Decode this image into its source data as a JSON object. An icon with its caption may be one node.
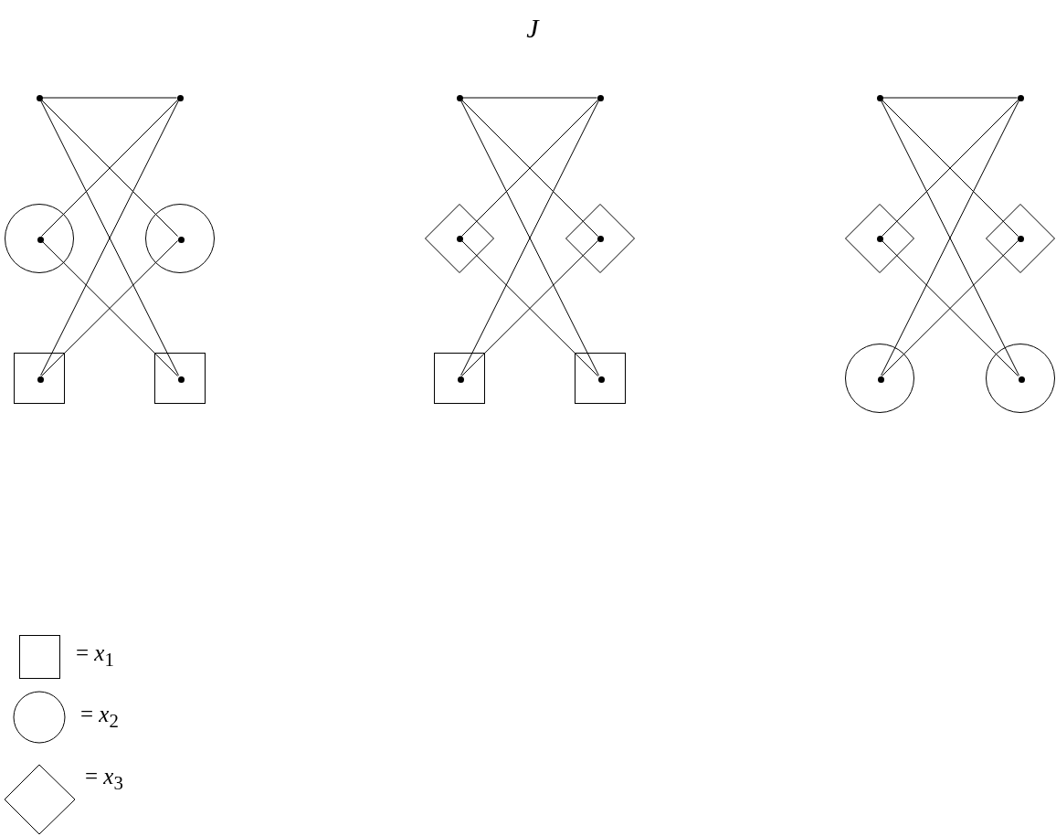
{
  "diagram": {
    "title": "J",
    "nodes": [
      {
        "text": [],
        "shape": "dot"
      },
      {
        "text": [],
        "shape": "dot"
      },
      {
        "text": [],
        "shape": "circle"
      },
      {
        "text": [],
        "shape": "dot",
        "in": 2
      },
      {
        "text": [],
        "shape": "circle"
      },
      {
        "text": [],
        "shape": "dot",
        "in": 4
      },
      {
        "text": [],
        "shape": "box"
      },
      {
        "text": [],
        "shape": "dot",
        "in": 6
      },
      {
        "text": [],
        "shape": "box"
      },
      {
        "text": [],
        "shape": "dot",
        "in": 8
      },
      {
        "text": [],
        "shape": "dot"
      },
      {
        "text": [],
        "shape": "dot"
      },
      {
        "text": [],
        "shape": "diamond"
      },
      {
        "text": [],
        "shape": "dot",
        "in": 12
      },
      {
        "text": [],
        "shape": "diamond"
      },
      {
        "text": [],
        "shape": "dot",
        "in": 14
      },
      {
        "text": [],
        "shape": "box"
      },
      {
        "text": [],
        "shape": "dot",
        "in": 16
      },
      {
        "text": [],
        "shape": "box"
      },
      {
        "text": [],
        "shape": "dot",
        "in": 18
      },
      {
        "text": [],
        "shape": "dot"
      },
      {
        "text": [],
        "shape": "dot"
      },
      {
        "text": [],
        "shape": "diamond"
      },
      {
        "text": [],
        "shape": "dot",
        "in": 22
      },
      {
        "text": [],
        "shape": "diamond"
      },
      {
        "text": [],
        "shape": "dot",
        "in": 24
      },
      {
        "text": [],
        "shape": "circle"
      },
      {
        "text": [],
        "shape": "dot",
        "in": 26
      },
      {
        "text": [],
        "shape": "circle"
      },
      {
        "text": [],
        "shape": "dot",
        "in": 28
      }
    ],
    "edges": [
      {
        "from": 0,
        "to": 1,
        "arrow": "none"
      },
      {
        "from": 0,
        "to": 5,
        "arrow": "none"
      },
      {
        "from": 0,
        "to": 9,
        "arrow": "none"
      },
      {
        "from": 1,
        "to": 3,
        "arrow": "none"
      },
      {
        "from": 1,
        "to": 7,
        "arrow": "none"
      },
      {
        "from": 3,
        "to": 9,
        "arrow": "none"
      },
      {
        "from": 5,
        "to": 7,
        "arrow": "none"
      },
      {
        "from": 10,
        "to": 11,
        "arrow": "none"
      },
      {
        "from": 10,
        "to": 15,
        "arrow": "none"
      },
      {
        "from": 10,
        "to": 19,
        "arrow": "none"
      },
      {
        "from": 11,
        "to": 13,
        "arrow": "none"
      },
      {
        "from": 11,
        "to": 17,
        "arrow": "none"
      },
      {
        "from": 13,
        "to": 19,
        "arrow": "none"
      },
      {
        "from": 15,
        "to": 17,
        "arrow": "none"
      },
      {
        "from": 20,
        "to": 21,
        "arrow": "none"
      },
      {
        "from": 20,
        "to": 25,
        "arrow": "none"
      },
      {
        "from": 20,
        "to": 29,
        "arrow": "none"
      },
      {
        "from": 21,
        "to": 23,
        "arrow": "none"
      },
      {
        "from": 21,
        "to": 27,
        "arrow": "none"
      },
      {
        "from": 23,
        "to": 29,
        "arrow": "none"
      },
      {
        "from": 25,
        "to": 27,
        "arrow": "none"
      }
    ],
    "legend": [
      {
        "text": "= *x*$_{1}$"
      },
      {
        "text": "= *x*$_{2}$"
      },
      {
        "text": "= *x*$_{3}$"
      }
    ]
  }
}
